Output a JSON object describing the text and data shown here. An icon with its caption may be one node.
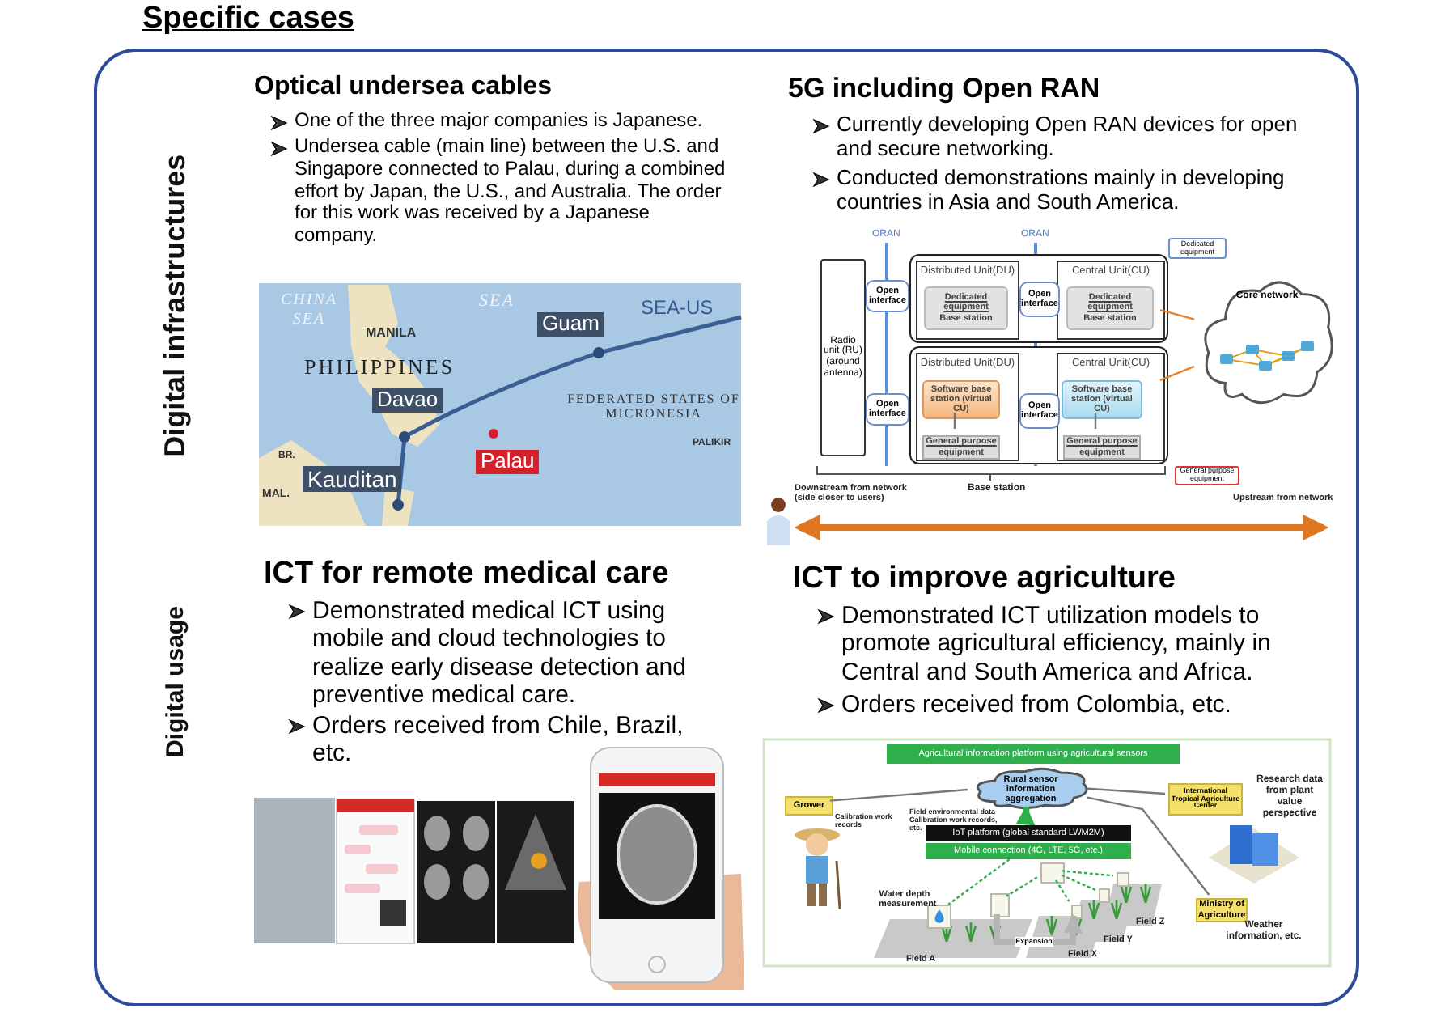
{
  "diagram": {
    "title": "Specific cases",
    "nodes": [
      {
        "text": [],
        "shape": "box"
      },
      {
        "text": [
          "Digital infrastructures"
        ],
        "in": 0
      },
      {
        "text": [
          "Digital usage"
        ],
        "in": 0
      },
      {
        "text": [
          "Radio unit (RU) (around antenna)"
        ],
        "in": 0
      },
      {
        "text": [],
        "shape": "box",
        "in": 0
      },
      {
        "text": [
          "Distributed Unit(DU)"
        ],
        "in": 4
      },
      {
        "text": [
          "Dedicated equipment",
          "Base station"
        ],
        "in": 5
      },
      {
        "text": [
          "Central Unit(CU)"
        ],
        "in": 4
      },
      {
        "text": [
          "Dedicated equipment",
          "Base station"
        ],
        "in": 7
      },
      {
        "text": [],
        "shape": "box",
        "in": 0
      },
      {
        "text": [
          "Distributed Unit(DU)"
        ],
        "in": 9
      },
      {
        "text": [
          "Software base station (virtual CU)"
        ],
        "in": 10
      },
      {
        "text": [
          "General purpose",
          "equipment"
        ],
        "in": 10
      },
      {
        "text": [
          "Central Unit(CU)"
        ],
        "in": 9
      },
      {
        "text": [
          "Software base station (virtual CU)"
        ],
        "in": 13
      },
      {
        "text": [
          "General purpose",
          "equipment"
        ],
        "in": 13
      },
      {
        "text": [
          "Open interface"
        ],
        "in": 0
      },
      {
        "text": [
          "Open interface"
        ],
        "in": 4
      },
      {
        "text": [
          "Open interface"
        ],
        "in": 0
      },
      {
        "text": [
          "Open interface"
        ],
        "in": 9
      },
      {
        "text": [
          "Dedicated equipment"
        ],
        "in": 0
      },
      {
        "text": [
          "General purpose equipment"
        ],
        "in": 0
      },
      {
        "text": [
          "Core network"
        ],
        "in": 0
      },
      {
        "text": [
          "Agricultural information platform using agricultural sensors"
        ],
        "in": 0
      },
      {
        "text": [
          "Rural sensor information aggregation"
        ],
        "in": 0
      },
      {
        "text": [
          "Grower"
        ],
        "in": 0
      },
      {
        "text": [
          "International Tropical Agriculture Center"
        ],
        "in": 0
      },
      {
        "text": [
          "IoT platform (global standard LWM2M)"
        ],
        "in": 0
      },
      {
        "text": [
          "Mobile connection (4G, LTE, 5G, etc.)"
        ],
        "in": 0
      },
      {
        "text": [
          "Ministry of Agriculture"
        ],
        "in": 0
      },
      {
        "text": [],
        "shape": "box",
        "in": 0
      },
      {
        "text": [],
        "shape": "box",
        "in": 0
      },
      {
        "text": [],
        "shape": "box",
        "in": 0
      },
      {
        "text": [],
        "shape": "box",
        "in": 0
      },
      {
        "text": [],
        "shape": "box",
        "in": 0
      },
      {
        "text": [],
        "shape": "box",
        "in": 0
      }
    ],
    "edges": [
      {
        "from": 11,
        "to": 12,
        "arrow": "none"
      },
      {
        "from": 14,
        "to": 15,
        "arrow": "none"
      },
      {
        "from": 7,
        "to": 22,
        "arrow": "none",
        "color": "#e8822a"
      },
      {
        "from": 13,
        "to": 22,
        "arrow": "none",
        "color": "#e8822a"
      },
      {
        "from": 25,
        "to": 24,
        "arrow": "none"
      },
      {
        "from": 24,
        "to": 26,
        "arrow": "none"
      },
      {
        "from": 24,
        "to": 29,
        "arrow": "none"
      },
      {
        "from": 27,
        "to": 24,
        "arrow": "to",
        "style": "thick",
        "color": "#2fae4c"
      },
      {
        "from": 28,
        "to": 31,
        "arrow": "none",
        "style": "dashed",
        "color": "#2fae4c"
      },
      {
        "from": 30,
        "to": 32,
        "arrow": "none",
        "style": "dashed",
        "color": "#2fae4c"
      },
      {
        "from": 30,
        "to": 33,
        "arrow": "none",
        "style": "dashed",
        "color": "#2fae4c"
      },
      {
        "from": 30,
        "to": 34,
        "arrow": "none",
        "style": "dashed",
        "color": "#2fae4c"
      },
      {
        "from": 30,
        "to": 35,
        "arrow": "none",
        "style": "dashed",
        "color": "#2fae4c"
      },
      {
        "from": 32,
        "to": 33,
        "arrow": "to",
        "label": "Expansion",
        "style": "thick",
        "color": "#b5b5b5"
      }
    ],
    "labels": [
      "Optical undersea cables",
      "One of the three major companies is Japanese.",
      "Undersea cable (main line) between the U.S. and Singapore connected to Palau, during a combined effort by Japan, the U.S., and Australia. The order for this work was received by a Japanese company.",
      "5G including Open RAN",
      "Currently developing Open RAN devices for open and secure networking.",
      "Conducted demonstrations mainly in developing countries in Asia and South America.",
      "CHINA SEA",
      "SEA",
      "MANILA",
      "PHILIPPINES",
      "Guam",
      "SEA-US",
      "Davao",
      "FEDERATED STATES OF MICRONESIA",
      "PALIKIR",
      "BR.",
      "Kauditan",
      "Palau",
      "MAL.",
      "ORAN",
      "ORAN",
      "Downstream from network (side closer to users)",
      "Base station",
      "Upstream from network",
      "ICT for remote medical care",
      "Demonstrated medical ICT using mobile and cloud technologies to realize early disease detection and preventive medical care.",
      "Orders received from Chile, Brazil, etc.",
      "ICT to improve agriculture",
      "Demonstrated ICT utilization models to promote agricultural efficiency, mainly in Central and South America and Africa.",
      "Orders received from Colombia, etc.",
      "Field environmental data Calibration work records, etc.",
      "Calibration work records",
      "Research data from plant value perspective",
      "Water depth measurement",
      "Weather information, etc.",
      "Field A",
      "Field X",
      "Field Y",
      "Field Z"
    ]
  }
}
